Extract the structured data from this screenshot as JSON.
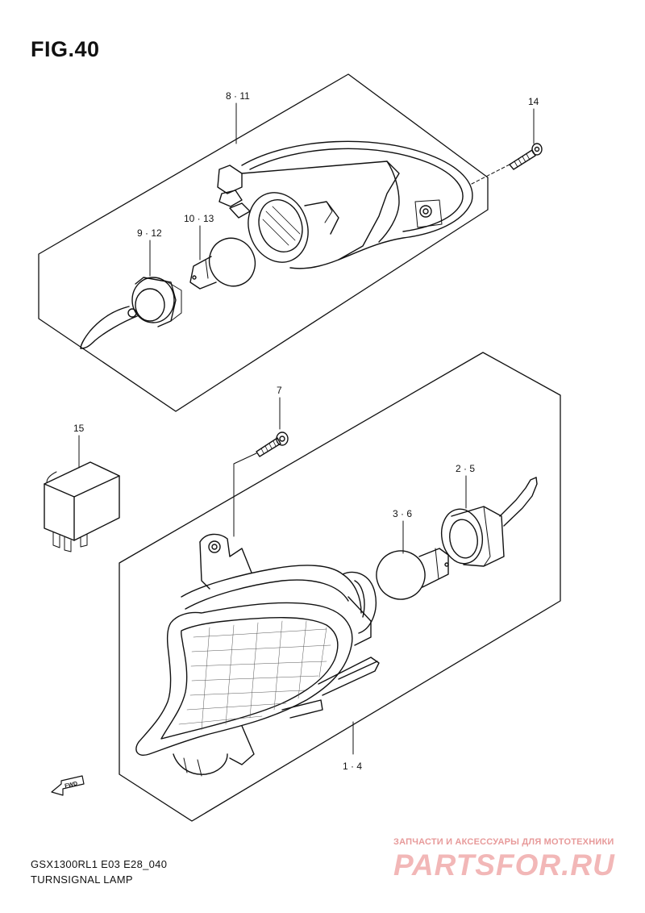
{
  "figure": {
    "title": "FIG.40"
  },
  "callouts": {
    "lens_top": "8 · 11",
    "screw_top": "14",
    "socket_top": "9 · 12",
    "bulb_top": "10 · 13",
    "screw_bottom": "7",
    "relay": "15",
    "socket_bottom": "2 · 5",
    "bulb_bottom": "3 · 6",
    "lamp_assembly": "1 · 4"
  },
  "fwd_label": "FWD",
  "footer": {
    "model_code": "GSX1300RL1 E03 E28_040",
    "section_name": "TURNSIGNAL LAMP"
  },
  "watermark": {
    "tagline": "ЗАПЧАСТИ И АКСЕССУАРЫ ДЛЯ МОТОТЕХНИКИ",
    "logo": "PARTSFOR.RU"
  }
}
